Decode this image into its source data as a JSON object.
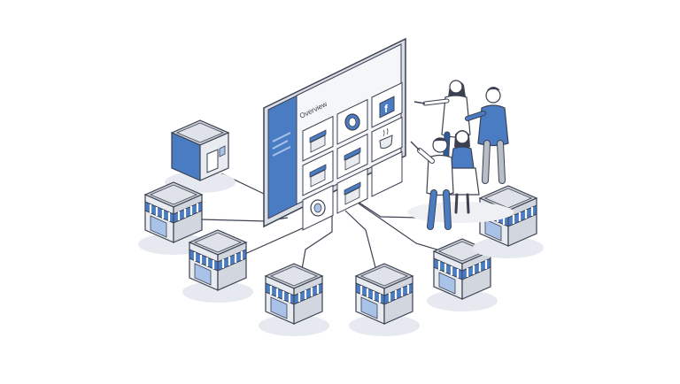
{
  "dashboard": {
    "title": "Overview",
    "tiles": [
      {
        "icon": "storefront-icon"
      },
      {
        "icon": "globe-icon"
      },
      {
        "icon": "facebook-icon"
      },
      {
        "icon": "shop-icon"
      },
      {
        "icon": "awning-store-icon"
      },
      {
        "icon": "coffee-cup-icon"
      },
      {
        "icon": "ring-icon"
      },
      {
        "icon": "shop-icon"
      },
      {
        "icon": "empty-tile"
      }
    ]
  },
  "stores": [
    {
      "icon": "shop-box-icon",
      "style": "door"
    },
    {
      "icon": "store-awning-icon",
      "style": "awning"
    },
    {
      "icon": "store-awning-icon",
      "style": "awning"
    },
    {
      "icon": "store-awning-icon",
      "style": "awning"
    },
    {
      "icon": "store-awning-icon",
      "style": "awning"
    },
    {
      "icon": "store-awning-icon",
      "style": "awning"
    },
    {
      "icon": "store-awning-icon",
      "style": "awning"
    }
  ],
  "people": [
    {
      "icon": "person-pointing-icon"
    },
    {
      "icon": "person-pointing-icon"
    },
    {
      "icon": "person-standing-icon"
    },
    {
      "icon": "person-standing-icon"
    }
  ],
  "colors": {
    "primary": "#4a7cc4",
    "primary_dark": "#2f5c9c",
    "primary_light": "#a9c3e8",
    "line": "#3b4150",
    "shadow": "#e6e9ef",
    "box_top": "#c9cdd5",
    "box_side": "#e8ebf0",
    "screen": "#f4f6f9"
  }
}
